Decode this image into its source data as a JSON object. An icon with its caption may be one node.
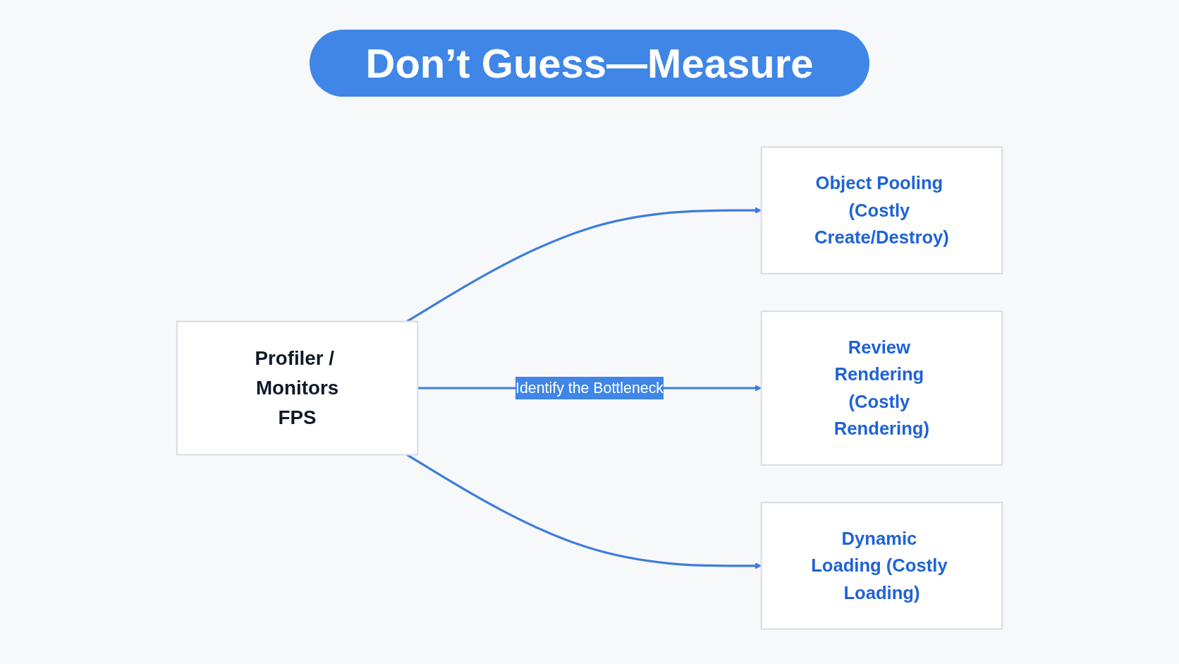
{
  "diagram": {
    "title": "Don’t Guess—Measure",
    "nodes": [
      {
        "text": [
          "Profiler / Monitors",
          "FPS"
        ]
      },
      {
        "text": [
          "Object Pooling (Costly Create/Destroy)"
        ]
      },
      {
        "text": [
          "Review Rendering (Costly Rendering)"
        ]
      },
      {
        "text": [
          "Dynamic Loading (Costly Loading)"
        ]
      }
    ],
    "edges": [
      {
        "from": 0,
        "to": 1,
        "arrow": "to"
      },
      {
        "from": 0,
        "to": 2,
        "arrow": "to",
        "label": "Identify the Bottleneck"
      },
      {
        "from": 0,
        "to": 3,
        "arrow": "to"
      }
    ]
  }
}
